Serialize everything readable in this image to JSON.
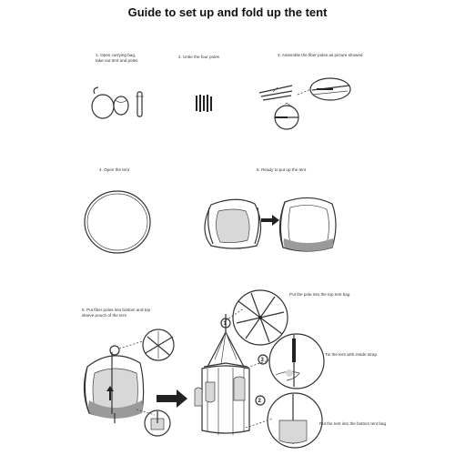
{
  "title": "Guide to set up and fold up the tent",
  "steps": {
    "s1": "1. Open carrying bag,\ntake out tent and poles",
    "s2": "2. Untie the four poles",
    "s3": "3. Assemble the fiber poles as picture showed",
    "s4": "4. Open the tent",
    "s5": "5. Ready to put up the tent",
    "s6": "6. Put fiber poles into bottom and top\nsleeve pouch of the tent"
  },
  "callouts": {
    "c1": "Put the pole into the top tent bag",
    "c3": "Tie the tent with inside strap",
    "c2": "Put the tent into the bottom tent bag"
  },
  "badges": {
    "b1": "1",
    "b2": "2",
    "b3": "3"
  }
}
